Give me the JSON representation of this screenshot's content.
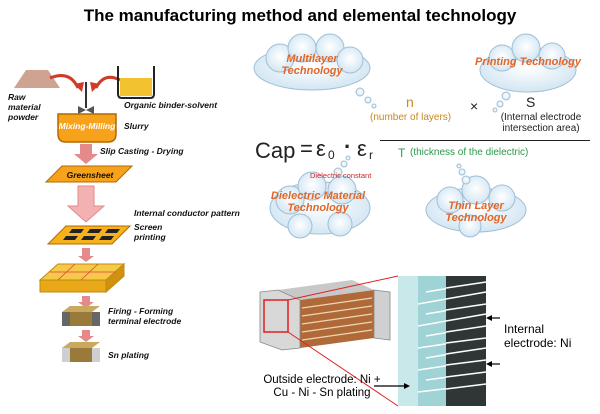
{
  "title": "The manufacturing method and elemental technology",
  "process": {
    "raw_material": "Raw material powder",
    "organic_binder": "Organic binder-solvent",
    "mixing_milling": "Mixing-Milling",
    "slurry": "Slurry",
    "slip_casting": "Slip Casting - Drying",
    "greensheet": "Greensheet",
    "internal_conductor": "Internal conductor pattern",
    "screen_printing": "Screen printing",
    "firing_forming": "Firing - Forming terminal electrode",
    "sn_plating": "Sn plating"
  },
  "clouds": {
    "multilayer": "Multilayer Technology",
    "printing": "Printing Technology",
    "dielectric_material": "Dielectric Material Technology",
    "thin_layer": "Thin Layer Technology"
  },
  "formula": {
    "cap": "Cap",
    "equals": "=",
    "eps0": "ε",
    "eps0_sub": "0",
    "dot": "·",
    "epsr": "ε",
    "epsr_sub": "r",
    "dielectric_constant": "Dielectric constant",
    "n": "n",
    "n_desc": "(number of layers)",
    "times": "×",
    "s": "S",
    "s_desc": "(Internal electrode intersection area)",
    "t": "T",
    "t_desc": "(thickness of the dielectric)"
  },
  "cross_section": {
    "internal_electrode": "Internal electrode: Ni",
    "outside_electrode": "Outside electrode: Ni + Cu - Ni - Sn plating"
  },
  "colors": {
    "orange_box": "#f7a21b",
    "cloud_text": "#e0672a",
    "formula_numerator": "#c8881e",
    "formula_denominator": "#2b9a4a",
    "dielectric_label": "#d42020",
    "cross_section_teal": "#9fd3d6"
  }
}
